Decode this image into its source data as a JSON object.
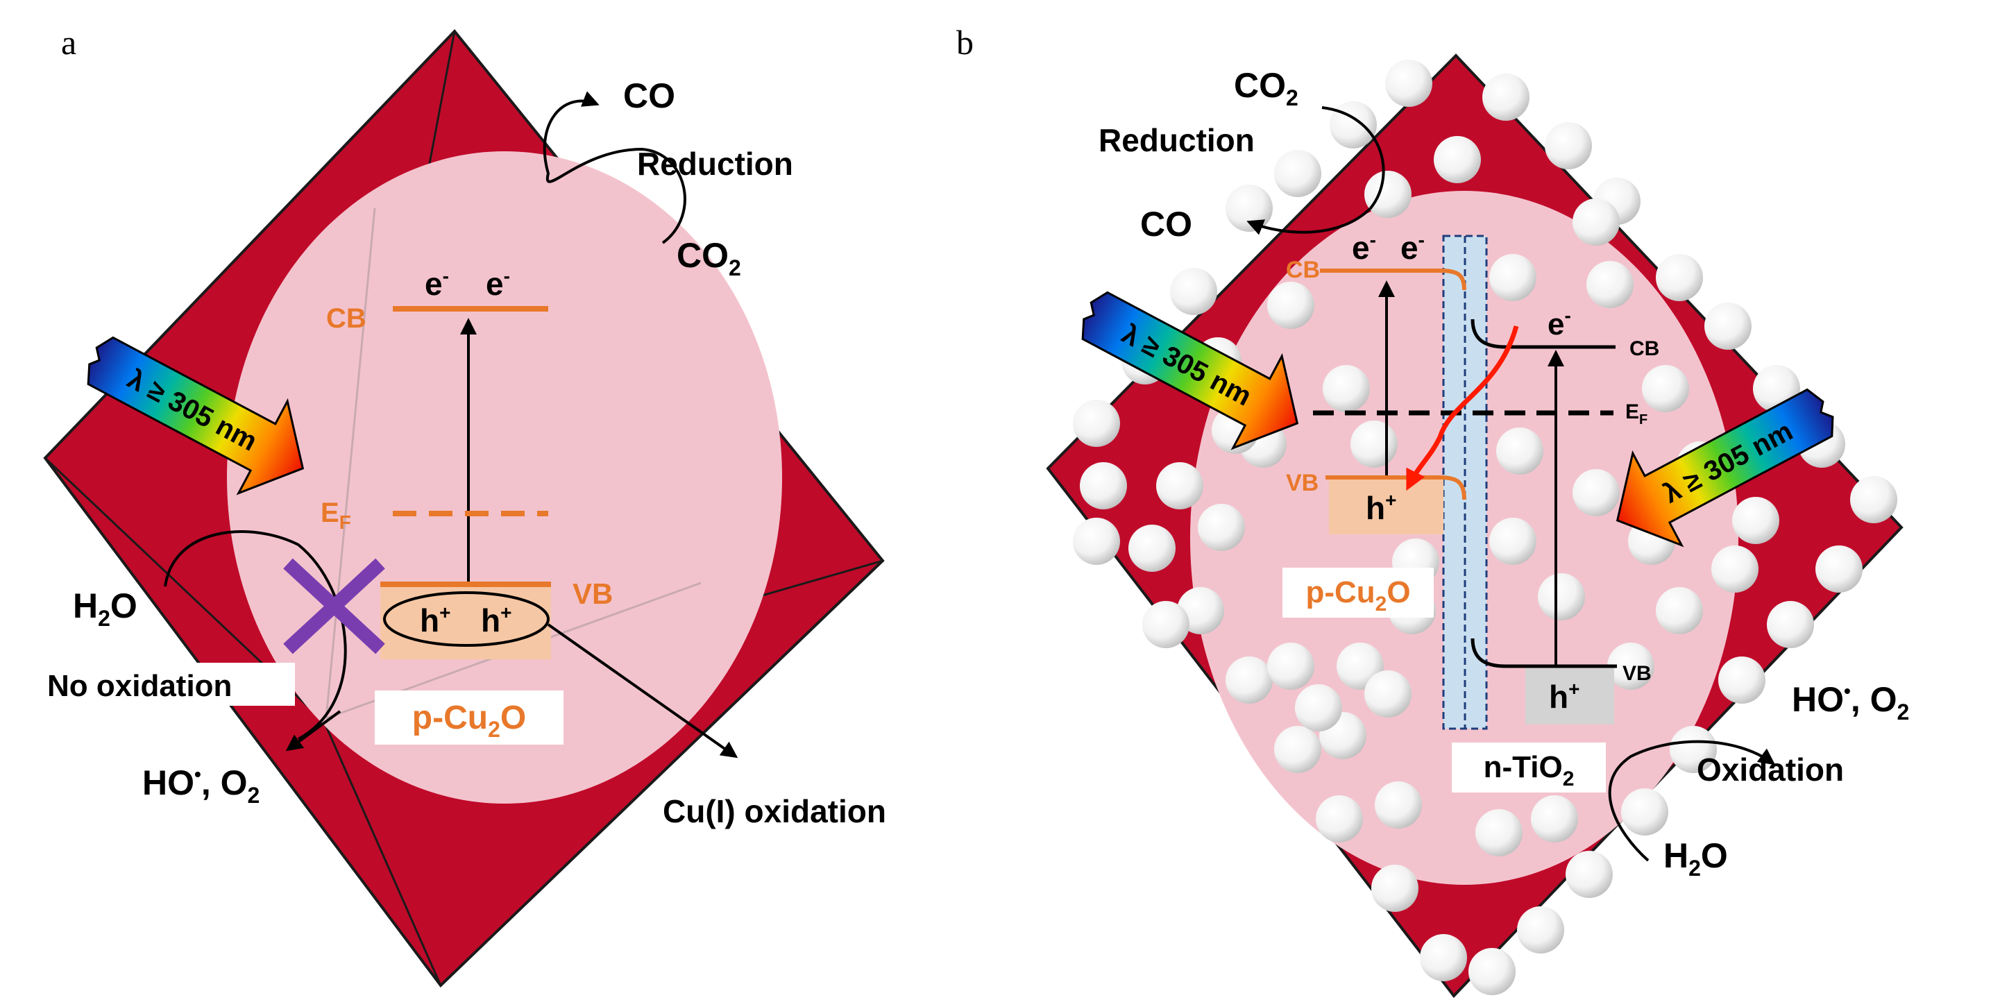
{
  "panel_a": {
    "letter": "a",
    "co": "CO",
    "reduction": "Reduction",
    "co2": "CO",
    "co2_sub": "2",
    "light": "λ ≥ 305 nm",
    "cb": "CB",
    "electron1": "e",
    "electron2": "e",
    "minus": "-",
    "ef": "E",
    "ef_sub": "F",
    "vb": "VB",
    "hole1": "h",
    "hole2": "h",
    "plus": "+",
    "h2o": "H",
    "h2o_sub": "2",
    "h2o_end": "O",
    "no_oxidation": "No oxidation",
    "material": "p-Cu",
    "material_sub": "2",
    "material_end": "O",
    "ho": "HO",
    "dot": "•",
    "o2": ",  O",
    "o2_sub": "2",
    "cu_oxidation": "Cu(I) oxidation"
  },
  "panel_b": {
    "letter": "b",
    "co2": "CO",
    "co2_sub": "2",
    "reduction": "Reduction",
    "co": "CO",
    "cb_left": "CB",
    "e1": "e",
    "e2": "e",
    "minus": "-",
    "light_left": "λ ≥ 305 nm",
    "e_right": "e",
    "cb_right": "CB",
    "ef": "E",
    "ef_sub": "F",
    "vb_left": "VB",
    "hole_left": "h",
    "plus": "+",
    "light_right": "λ ≥ 305 nm",
    "cu2o": "p-Cu",
    "cu2o_sub": "2",
    "cu2o_end": "O",
    "vb_right": "VB",
    "hole_right": "h",
    "ho": "HO",
    "dot": "•",
    "o2": ",  O",
    "o2_sub": "2",
    "tio2": "n-TiO",
    "tio2_sub": "2",
    "oxidation": "Oxidation",
    "h2o": "H",
    "h2o_sub": "2",
    "h2o_end": "O"
  },
  "colors": {
    "crystal": "#c00a2a",
    "pink_circle": "#f3c3cd",
    "orange": "#e8782a",
    "hole_box": "#f6c7a4",
    "interface": "#c9dff0",
    "purple_x": "#7a3db0",
    "red_arrow": "#ff1a00"
  }
}
